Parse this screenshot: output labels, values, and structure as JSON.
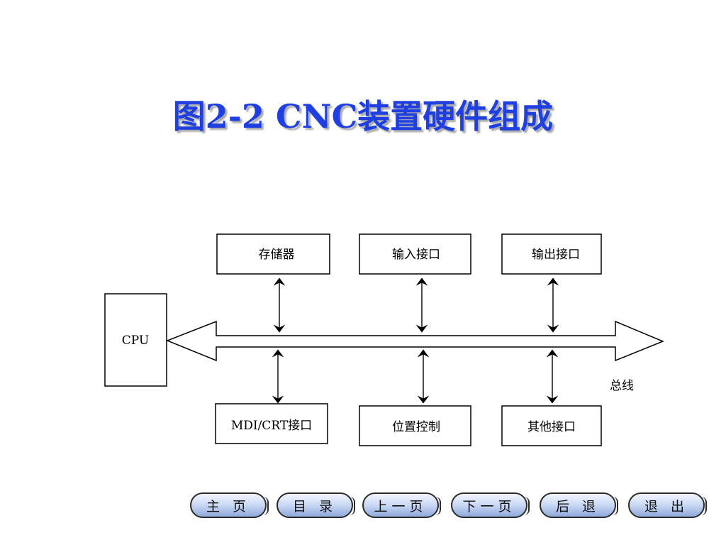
{
  "title": "图2-2 CNC装置硬件组成",
  "diagram": {
    "cpu": "CPU",
    "top_boxes": [
      "存储器",
      "输入接口",
      "输出接口"
    ],
    "bottom_boxes": [
      "MDI/CRT接口",
      "位置控制",
      "其他接口"
    ],
    "bus_label": "总线"
  },
  "nav": {
    "home": "主 页",
    "contents": "目 录",
    "prev": "上一页",
    "next": "下一页",
    "back": "后 退",
    "exit": "退 出"
  }
}
